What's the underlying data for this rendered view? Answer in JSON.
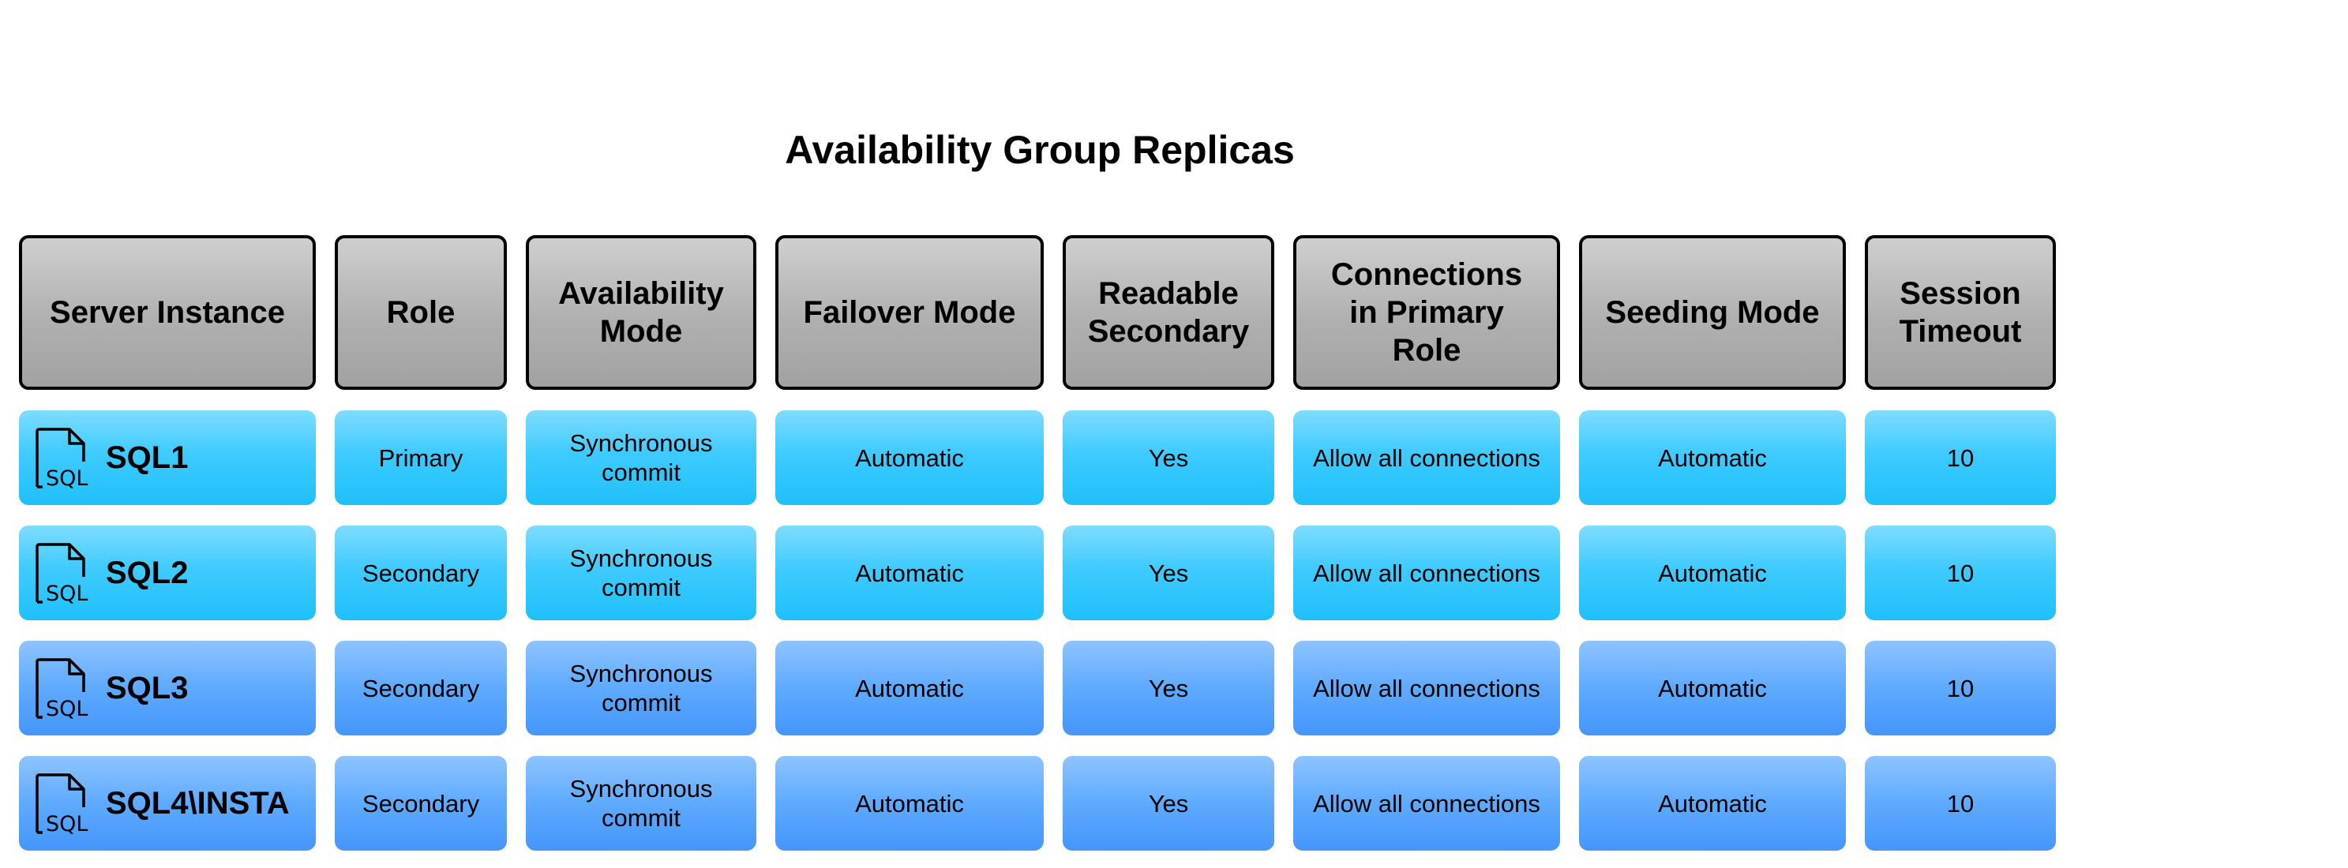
{
  "title": "Availability Group Replicas",
  "columns": [
    "Server Instance",
    "Role",
    "Availability Mode",
    "Failover Mode",
    "Readable Secondary",
    "Connections in Primary Role",
    "Seeding Mode",
    "Session Timeout"
  ],
  "icon": "sql-file-icon",
  "icon_label": "SQL",
  "colors": {
    "header_fill": "#b0b0b0",
    "row_cyan": "#1ec0fb",
    "row_blue": "#4596fb"
  },
  "rows": [
    {
      "server": "SQL1",
      "role": "Primary",
      "availability_mode": "Synchronous commit",
      "failover_mode": "Automatic",
      "readable_secondary": "Yes",
      "connections_primary": "Allow all connections",
      "seeding_mode": "Automatic",
      "session_timeout": "10"
    },
    {
      "server": "SQL2",
      "role": "Secondary",
      "availability_mode": "Synchronous commit",
      "failover_mode": "Automatic",
      "readable_secondary": "Yes",
      "connections_primary": "Allow all connections",
      "seeding_mode": "Automatic",
      "session_timeout": "10"
    },
    {
      "server": "SQL3",
      "role": "Secondary",
      "availability_mode": "Synchronous commit",
      "failover_mode": "Automatic",
      "readable_secondary": "Yes",
      "connections_primary": "Allow all connections",
      "seeding_mode": "Automatic",
      "session_timeout": "10"
    },
    {
      "server": "SQL4\\INSTA",
      "role": "Secondary",
      "availability_mode": "Synchronous commit",
      "failover_mode": "Automatic",
      "readable_secondary": "Yes",
      "connections_primary": "Allow all connections",
      "seeding_mode": "Automatic",
      "session_timeout": "10"
    }
  ]
}
